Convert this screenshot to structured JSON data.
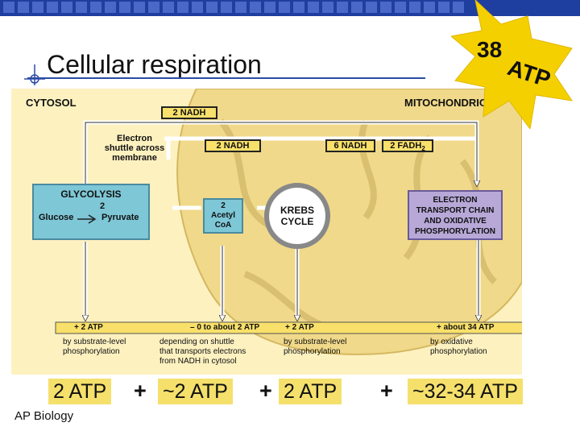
{
  "slide": {
    "title": "Cellular respiration",
    "footer": "AP Biology"
  },
  "starburst": {
    "number": "38",
    "unit": "ATP",
    "color": "#f5d000"
  },
  "diagram": {
    "cytosol_label": "CYTOSOL",
    "mitochondrion_label": "MITOCHONDRION",
    "nadh_top": "2 NADH",
    "shuttle_label": [
      "Electron",
      "shuttle across",
      "membrane"
    ],
    "nadh_mid": "2 NADH",
    "nadh_six": "6 NADH",
    "fadh2": "2 FADH",
    "fadh2_sub": "2",
    "glycolysis": {
      "title": "GLYCOLYSIS",
      "glucose": "Glucose",
      "pyruvate_num": "2",
      "pyruvate": "Pyruvate"
    },
    "acetyl_coa": [
      "2",
      "Acetyl",
      "CoA"
    ],
    "krebs": [
      "KREBS",
      "CYCLE"
    ],
    "etc": [
      "ELECTRON",
      "TRANSPORT CHAIN",
      "AND OXIDATIVE",
      "PHOSPHORYLATION"
    ],
    "atp_labels": [
      {
        "head": "+ 2 ATP",
        "desc": [
          "by substrate-level",
          "phosphorylation"
        ]
      },
      {
        "head": "– 0 to about 2 ATP",
        "desc": [
          "depending on shuttle",
          "that transports electrons",
          "from NADH in cytosol"
        ]
      },
      {
        "head": "+ 2 ATP",
        "desc": [
          "by substrate-level",
          "phosphorylation"
        ]
      },
      {
        "head": "+ about 34 ATP",
        "desc": [
          "by oxidative",
          "phosphorylation"
        ]
      }
    ]
  },
  "summary": {
    "term1": "2 ATP",
    "plus1": "+",
    "term2": "~2 ATP",
    "plus2": "+",
    "term3": "2 ATP",
    "plus3": "+",
    "term4": "~32-34 ATP"
  },
  "colors": {
    "glycolysis_box": "#7ec7d6",
    "etc_box": "#b7a8d8",
    "cytosol_bg": "#fdf1c0",
    "mitochondrion": "#f0d98a",
    "highlight": "#f5e06c"
  }
}
